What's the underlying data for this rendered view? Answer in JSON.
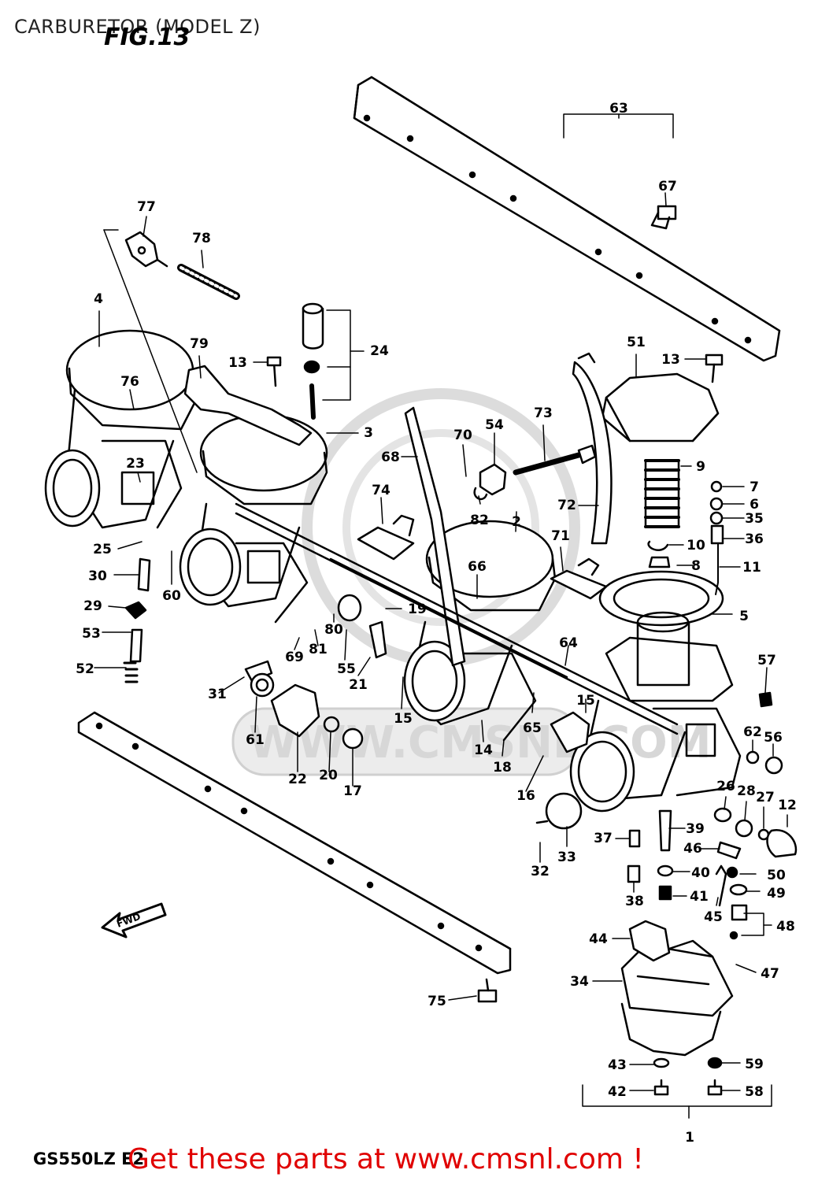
{
  "page": {
    "title": "CARBURETOR (MODEL Z)",
    "figure_label": "FIG.13",
    "model_code": "GS550LZ E2",
    "promo_text": "Get these parts at www.cmsnl.com !",
    "watermark": "WWW.CMSNL.COM",
    "fwd_label": "FWD"
  },
  "colors": {
    "line": "#000000",
    "promo": "#e00000",
    "watermark": "#d7d7d7"
  },
  "callouts": [
    {
      "id": "63",
      "label": "63"
    },
    {
      "id": "67",
      "label": "67"
    },
    {
      "id": "77",
      "label": "77"
    },
    {
      "id": "78",
      "label": "78"
    },
    {
      "id": "4",
      "label": "4"
    },
    {
      "id": "24",
      "label": "24"
    },
    {
      "id": "79",
      "label": "79"
    },
    {
      "id": "13a",
      "label": "13"
    },
    {
      "id": "51",
      "label": "51"
    },
    {
      "id": "13b",
      "label": "13"
    },
    {
      "id": "76",
      "label": "76"
    },
    {
      "id": "3",
      "label": "3"
    },
    {
      "id": "73",
      "label": "73"
    },
    {
      "id": "54",
      "label": "54"
    },
    {
      "id": "70",
      "label": "70"
    },
    {
      "id": "68",
      "label": "68"
    },
    {
      "id": "9",
      "label": "9"
    },
    {
      "id": "23",
      "label": "23"
    },
    {
      "id": "7",
      "label": "7"
    },
    {
      "id": "74",
      "label": "74"
    },
    {
      "id": "6",
      "label": "6"
    },
    {
      "id": "72",
      "label": "72"
    },
    {
      "id": "2",
      "label": "2"
    },
    {
      "id": "35",
      "label": "35"
    },
    {
      "id": "82",
      "label": "82"
    },
    {
      "id": "36",
      "label": "36"
    },
    {
      "id": "71",
      "label": "71"
    },
    {
      "id": "25",
      "label": "25"
    },
    {
      "id": "10",
      "label": "10"
    },
    {
      "id": "66",
      "label": "66"
    },
    {
      "id": "8",
      "label": "8"
    },
    {
      "id": "11",
      "label": "11"
    },
    {
      "id": "30",
      "label": "30"
    },
    {
      "id": "60",
      "label": "60"
    },
    {
      "id": "19",
      "label": "19"
    },
    {
      "id": "5",
      "label": "5"
    },
    {
      "id": "29",
      "label": "29"
    },
    {
      "id": "53",
      "label": "53"
    },
    {
      "id": "80",
      "label": "80"
    },
    {
      "id": "64",
      "label": "64"
    },
    {
      "id": "69",
      "label": "69"
    },
    {
      "id": "81",
      "label": "81"
    },
    {
      "id": "57",
      "label": "57"
    },
    {
      "id": "52",
      "label": "52"
    },
    {
      "id": "55",
      "label": "55"
    },
    {
      "id": "21",
      "label": "21"
    },
    {
      "id": "31",
      "label": "31"
    },
    {
      "id": "15a",
      "label": "15"
    },
    {
      "id": "15b",
      "label": "15"
    },
    {
      "id": "65",
      "label": "65"
    },
    {
      "id": "62",
      "label": "62"
    },
    {
      "id": "56",
      "label": "56"
    },
    {
      "id": "61",
      "label": "61"
    },
    {
      "id": "14",
      "label": "14"
    },
    {
      "id": "18",
      "label": "18"
    },
    {
      "id": "22",
      "label": "22"
    },
    {
      "id": "20",
      "label": "20"
    },
    {
      "id": "17",
      "label": "17"
    },
    {
      "id": "16",
      "label": "16"
    },
    {
      "id": "26",
      "label": "26"
    },
    {
      "id": "28",
      "label": "28"
    },
    {
      "id": "27",
      "label": "27"
    },
    {
      "id": "12",
      "label": "12"
    },
    {
      "id": "39",
      "label": "39"
    },
    {
      "id": "37",
      "label": "37"
    },
    {
      "id": "46",
      "label": "46"
    },
    {
      "id": "33",
      "label": "33"
    },
    {
      "id": "32",
      "label": "32"
    },
    {
      "id": "40",
      "label": "40"
    },
    {
      "id": "50",
      "label": "50"
    },
    {
      "id": "38",
      "label": "38"
    },
    {
      "id": "41",
      "label": "41"
    },
    {
      "id": "49",
      "label": "49"
    },
    {
      "id": "45",
      "label": "45"
    },
    {
      "id": "48",
      "label": "48"
    },
    {
      "id": "44",
      "label": "44"
    },
    {
      "id": "47",
      "label": "47"
    },
    {
      "id": "34",
      "label": "34"
    },
    {
      "id": "75",
      "label": "75"
    },
    {
      "id": "43",
      "label": "43"
    },
    {
      "id": "59",
      "label": "59"
    },
    {
      "id": "42",
      "label": "42"
    },
    {
      "id": "58",
      "label": "58"
    },
    {
      "id": "1",
      "label": "1"
    }
  ]
}
